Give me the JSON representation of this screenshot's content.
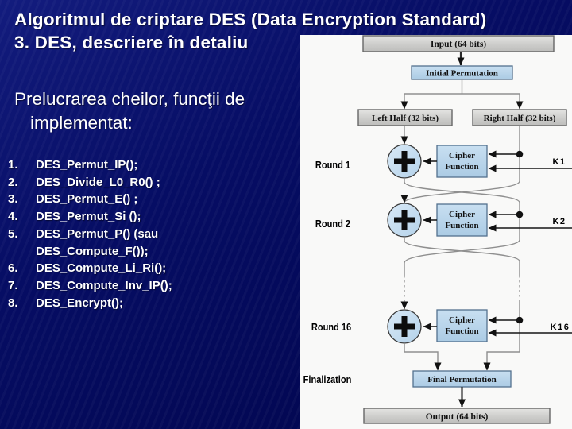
{
  "slide": {
    "title_line1": "Algoritmul de criptare DES (Data Encryption Standard)",
    "title_line2": "3. DES, descriere în detaliu",
    "heading_line1": "Prelucrarea cheilor, funcţii de",
    "heading_line2": "implementat:"
  },
  "list": {
    "items": [
      {
        "num": "1.",
        "text": "DES_Permut_IP();"
      },
      {
        "num": "2.",
        "text": "DES_Divide_L0_R0() ;"
      },
      {
        "num": "3.",
        "text": "DES_Permut_E() ;"
      },
      {
        "num": "4.",
        "text": "DES_Permut_Si ();"
      },
      {
        "num": "5.",
        "text": "DES_Permut_P() (sau",
        "text2": "DES_Compute_F());"
      },
      {
        "num": "6.",
        "text": "DES_Compute_Li_Ri();"
      },
      {
        "num": "7.",
        "text": "DES_Compute_Inv_IP();"
      },
      {
        "num": "8.",
        "text": "DES_Encrypt();"
      }
    ]
  },
  "diagram": {
    "input_label": "Input (64 bits)",
    "initial_permutation_label": "Initial Permutation",
    "left_half_label": "Left Half (32 bits)",
    "right_half_label": "Right Half (32 bits)",
    "cipher_line1": "Cipher",
    "cipher_line2": "Function",
    "round1_label": "Round 1",
    "round1_key": "K1",
    "round2_label": "Round 2",
    "round2_key": "K2",
    "round16_label": "Round 16",
    "round16_key": "K16",
    "finalization_label": "Finalization",
    "final_permutation_label": "Final Permutation",
    "output_label": "Output (64 bits)"
  },
  "colors": {
    "background_navy": "#060d64",
    "title_text": "#ffffff",
    "panel_bg": "#f9f9f8",
    "gray_box": "#cccccc",
    "blue_box": "#b9d6ec",
    "line_gray": "#8f8f8f",
    "text_black": "#111111"
  }
}
